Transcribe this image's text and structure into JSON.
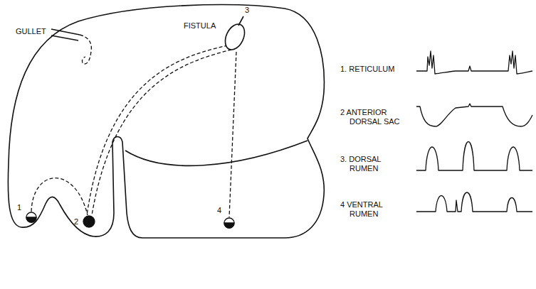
{
  "diagram": {
    "labels": [
      "GULLET",
      "FISTULA",
      "3",
      "1",
      "2",
      "4",
      "1. RETICULUM",
      "2 ANTERIOR DORSAL SAC",
      "3. DORSAL RUMEN",
      "4 VENTRAL RUMEN"
    ]
  }
}
